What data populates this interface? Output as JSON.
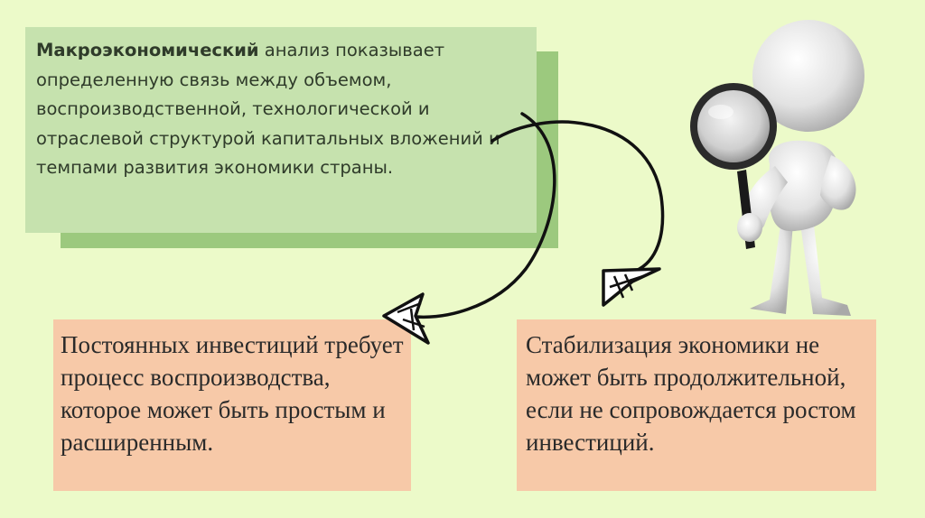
{
  "green_box": {
    "bold_lead": "Макроэкономический",
    "text": " анализ показывает определенную связь между объемом, воспроизводственной, технологической и отраслевой структурой капитальных вложений и темпами развития экономики страны."
  },
  "left_box": {
    "text": "Постоянных инвестиций требует процесс воспроизводства, которое может быть простым и расширенным."
  },
  "right_box": {
    "text": "Стабилизация экономики не может быть продолжительной, если не сопровождается ростом инвестиций."
  },
  "colors": {
    "background": "#ecfac9",
    "green_box": "#c6e2ae",
    "green_shadow": "#9cc97e",
    "peach_box": "#f7c9a8"
  },
  "icons": {
    "figure": "magnifying-glass-figure-icon",
    "arrow_left": "curved-arrow-left-icon",
    "arrow_right": "curved-arrow-right-icon"
  }
}
